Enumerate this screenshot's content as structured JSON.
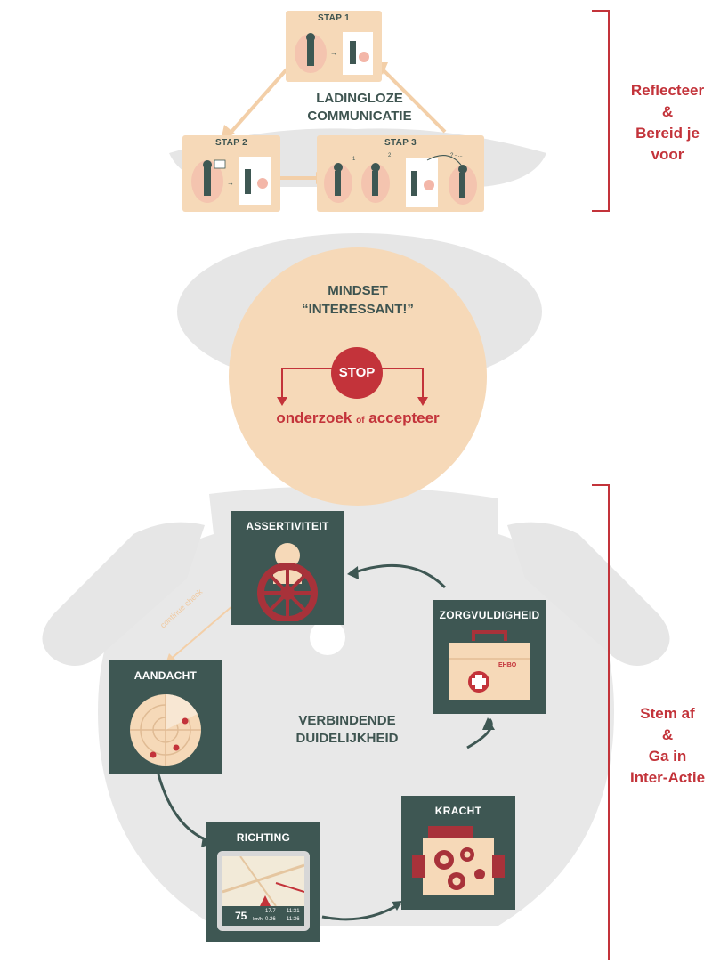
{
  "top": {
    "steps": [
      {
        "label": "STAP 1"
      },
      {
        "label": "STAP 2"
      },
      {
        "label": "STAP 3"
      }
    ],
    "center_title_line1": "LADINGLOZE",
    "center_title_line2": "COMMUNICATIE",
    "small_marks": [
      "1",
      "2",
      "? - ..."
    ]
  },
  "mindset": {
    "title_line1": "MINDSET",
    "title_line2": "“INTERESSANT!”",
    "stop_label": "STOP",
    "left_word": "onderzoek",
    "mid_word": "of",
    "right_word": "accepteer"
  },
  "cycle": {
    "center_line1": "VERBINDENDE",
    "center_line2": "DUIDELIJKHEID",
    "tiles": {
      "assertiviteit": "ASSERTIVITEIT",
      "zorgvuldigheid": "ZORGVULDIGHEID",
      "aandacht": "AANDACHT",
      "richting": "RICHTING",
      "kracht": "KRACHT"
    },
    "continue_label": "continue check",
    "kit_label": "EHBO",
    "gps": {
      "speed": "75",
      "unit": "km/h",
      "dist_top": "17.7",
      "dist_bot": "0.26",
      "time_top": "11:31",
      "time_bot": "11:36"
    }
  },
  "side": {
    "top_lines": [
      "Reflecteer",
      "&",
      "Bereid je",
      "voor"
    ],
    "bottom_lines": [
      "Stem af",
      "&",
      "Ga in",
      "Inter-Actie"
    ]
  },
  "colors": {
    "peach": "#f6d9b8",
    "dark_teal": "#3e5753",
    "red": "#c3333a",
    "gray": "#e6e6e6"
  }
}
